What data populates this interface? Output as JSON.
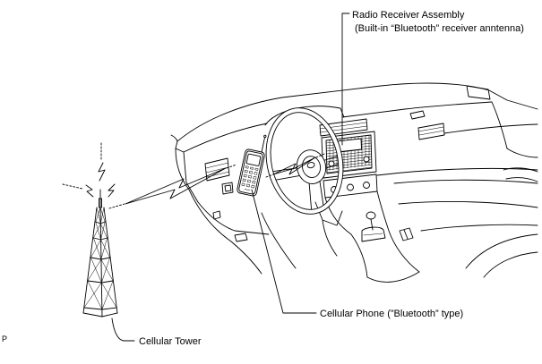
{
  "labels": {
    "radio_receiver_assembly": "Radio Receiver Assembly",
    "radio_receiver_note": "(Built-in “Bluetooth” receiver anntenna)",
    "cellular_phone": "Cellular Phone (”Bluetooth” type)",
    "cellular_tower": "Cellular Tower",
    "corner_mark": "P"
  },
  "colors": {
    "line": "#000000",
    "background": "#ffffff"
  }
}
